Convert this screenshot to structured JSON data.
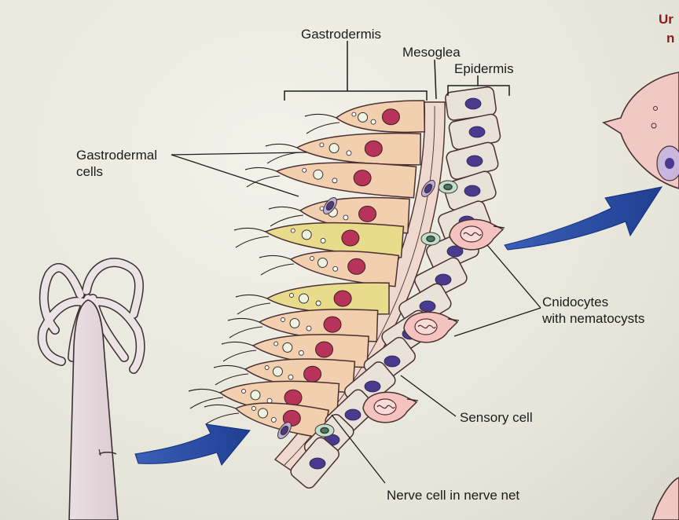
{
  "labels": {
    "gastrodermis": "Gastrodermis",
    "mesoglea": "Mesoglea",
    "epidermis": "Epidermis",
    "gastrodermal_line1": "Gastrodermal",
    "gastrodermal_line2": "cells",
    "cnidocytes_line1": "Cnidocytes",
    "cnidocytes_line2": "with nematocysts",
    "sensory_cell": "Sensory cell",
    "nerve_cell": "Nerve cell in nerve net"
  },
  "cropped_heading": {
    "line1": "Ur",
    "line2": "n"
  },
  "colors": {
    "gastro_cell": "#f2cfae",
    "yellow_cell": "#e8dc8c",
    "epidermal_cell": "#e9e2d8",
    "nucleus_red": "#b8335a",
    "nucleus_purple": "#4a3a8e",
    "cnidocyte": "#f4c3c0",
    "arrow_blue": "#1f3f92",
    "heading_red": "#8e1a1f"
  }
}
